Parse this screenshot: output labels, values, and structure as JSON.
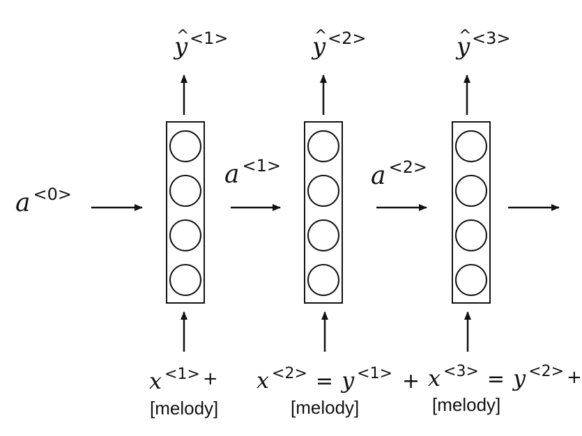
{
  "diagram": {
    "initial_activation": {
      "base": "a",
      "sup": "<0>"
    },
    "activations": [
      {
        "base": "a",
        "sup": "<1>"
      },
      {
        "base": "a",
        "sup": "<2>"
      }
    ],
    "outputs": [
      {
        "base": "y",
        "hat": "^",
        "sup": "<1>"
      },
      {
        "base": "y",
        "hat": "^",
        "sup": "<2>"
      },
      {
        "base": "y",
        "hat": "^",
        "sup": "<3>"
      }
    ],
    "inputs": [
      {
        "x_base": "x",
        "x_sup": "<1>",
        "eq": "",
        "y_base": "",
        "y_sup": "",
        "plus": "+",
        "melody": "[melody]"
      },
      {
        "x_base": "x",
        "x_sup": "<2>",
        "eq": "=",
        "y_base": "y",
        "y_sup": "<1>",
        "plus": "+",
        "melody": "[melody]"
      },
      {
        "x_base": "x",
        "x_sup": "<3>",
        "eq": "=",
        "y_base": "y",
        "y_sup": "<2>",
        "plus": "+",
        "melody": "[melody]"
      }
    ],
    "colors": {
      "stroke": "#111111",
      "background": "#ffffff"
    }
  }
}
